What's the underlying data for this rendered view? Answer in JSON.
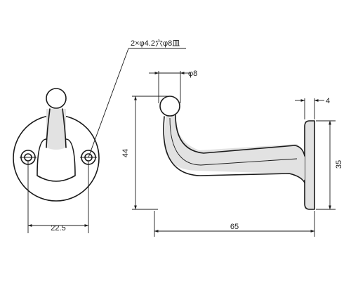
{
  "callout": {
    "hole_spec": "2×φ4.2穴φ8皿"
  },
  "dimensions": {
    "mount_hole_spacing": "22.5",
    "ball_diameter": "φ8",
    "plate_thickness": "4",
    "height": "44",
    "plate_height": "35",
    "projection": "65"
  },
  "colors": {
    "line": "#1a1a1a",
    "shade": "#e2e2e2",
    "background": "#ffffff"
  }
}
